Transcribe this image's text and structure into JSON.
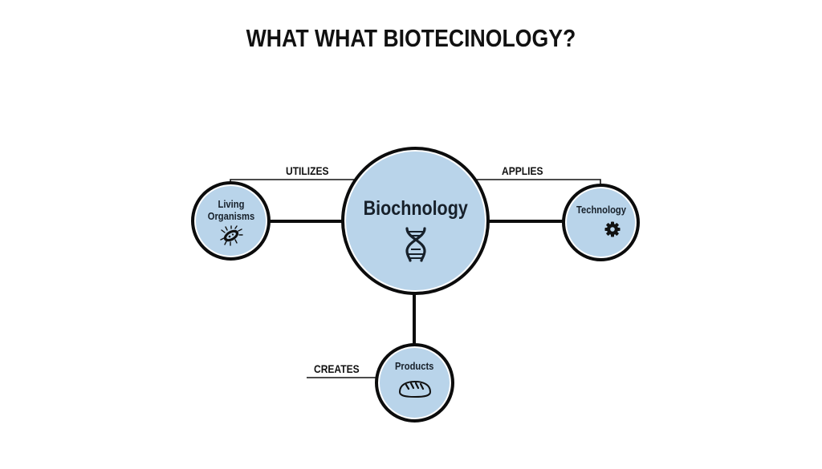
{
  "title": "WHAT WHAT BIOTECINOLOGY?",
  "colors": {
    "node_fill": "#b9d4ea",
    "node_border": "#0c0c0c",
    "line": "#111111",
    "text": "#17202a"
  },
  "center_node": {
    "label": "Biochnology",
    "icon": "dna-icon"
  },
  "nodes": [
    {
      "id": "living-organisms",
      "label_line1": "Living",
      "label_line2": "Organisms",
      "icon": "bacterium-icon",
      "relation": "UTILIZES"
    },
    {
      "id": "technology",
      "label": "Technology",
      "icon": "gear-icon",
      "relation": "APPLIES"
    },
    {
      "id": "products",
      "label": "Products",
      "icon": "bread-icon",
      "relation": "CREATES"
    }
  ],
  "edges": [
    {
      "from": "Biochnology",
      "to": "Living Organisms",
      "label": "UTILIZES"
    },
    {
      "from": "Biochnology",
      "to": "Technology",
      "label": "APPLIES"
    },
    {
      "from": "Biochnology",
      "to": "Products",
      "label": "CREATES"
    }
  ]
}
